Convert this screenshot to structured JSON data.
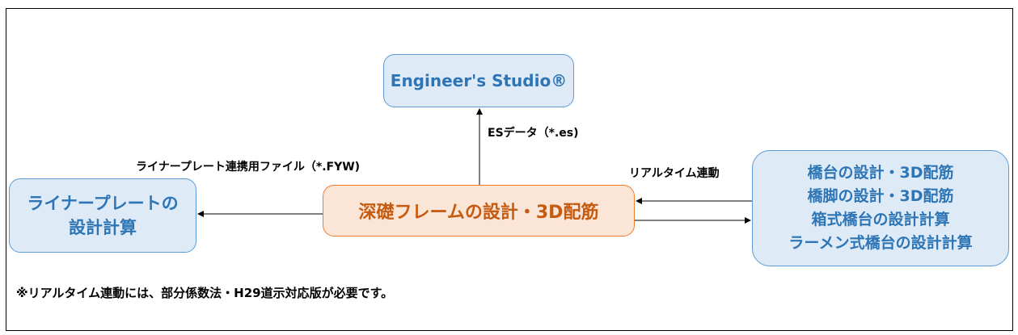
{
  "boxes": {
    "es": "Engineer's Studio®",
    "liner": [
      "ライナープレートの",
      "設計計算"
    ],
    "center": "深礎フレームの設計・3D配筋",
    "right": [
      "橋台の設計・3D配筋",
      "橋脚の設計・3D配筋",
      "箱式橋台の設計計算",
      "ラーメン式橋台の設計計算"
    ]
  },
  "labels": {
    "es_data": "ESデータ（*.es)",
    "liner_file": "ライナープレート連携用ファイル（*.FYW)",
    "realtime": "リアルタイム連動"
  },
  "note": "※リアルタイム連動には、部分係数法・H29道示対応版が必要です。"
}
